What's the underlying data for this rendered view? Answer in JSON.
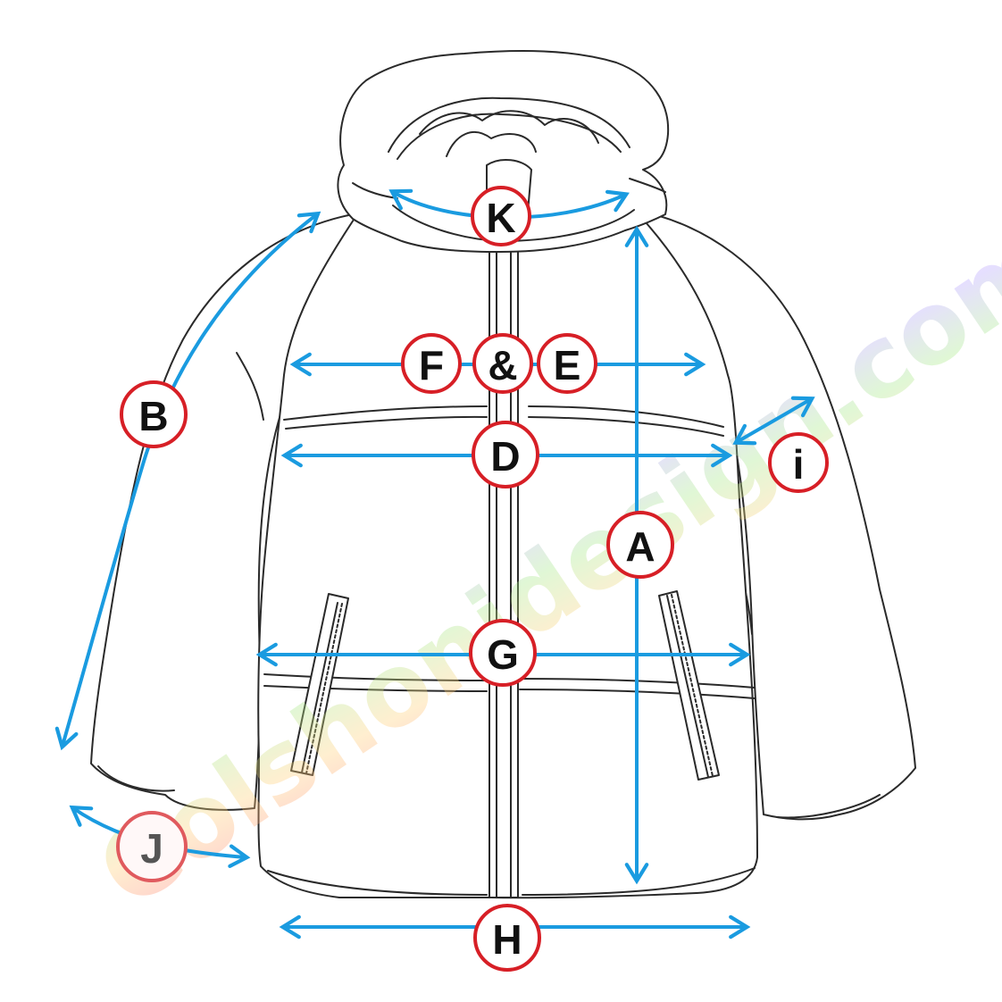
{
  "labels": {
    "K": "K",
    "F": "F",
    "amp": "&",
    "E": "E",
    "B": "B",
    "D": "D",
    "i": "i",
    "A": "A",
    "G": "G",
    "J": "J",
    "H": "H"
  },
  "watermark": {
    "text": "Colshonidesign.com"
  },
  "colors": {
    "measure_line": "#1a9be0",
    "badge_ring": "#d71f26",
    "outline": "#2a2a2a"
  }
}
